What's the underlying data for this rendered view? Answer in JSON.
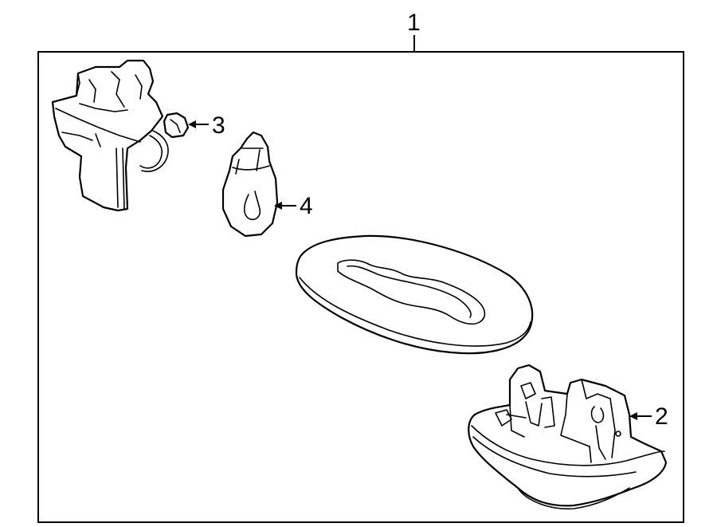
{
  "diagram": {
    "callouts": {
      "assembly": "1",
      "housing": "2",
      "socket": "3",
      "bulb": "4"
    }
  }
}
